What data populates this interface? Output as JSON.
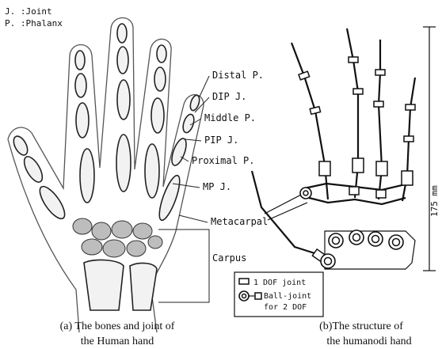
{
  "legend_left": {
    "joint": "J. :Joint",
    "phalanx": "P. :Phalanx"
  },
  "bone_labels": {
    "distal": "Distal P.",
    "dip": "DIP J.",
    "middle": "Middle P.",
    "pip": "PIP J.",
    "proximal": "Proximal P.",
    "mp": "MP J.",
    "metacarpal": "Metacarpal",
    "carpus": "Carpus"
  },
  "robot": {
    "dimension": "175 mm",
    "legend_1dof": "1 DOF joint",
    "legend_ball_1": "Ball-joint",
    "legend_ball_2": "for 2 DOF"
  },
  "captions": {
    "a_line1": "(a) The bones and joint of",
    "a_line2": "the Human hand",
    "b_line1": "(b)The structure of",
    "b_line2": "the humanodi hand"
  }
}
